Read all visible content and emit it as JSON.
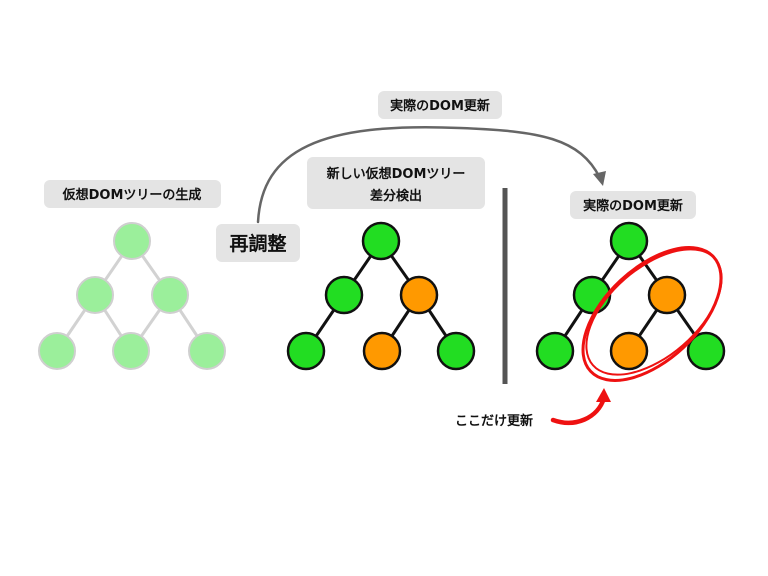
{
  "labels": {
    "virtual_dom_generation": "仮想DOMツリーの生成",
    "new_virtual_dom_line1": "新しい仮想DOMツリー",
    "new_virtual_dom_line2": "差分検出",
    "reconcile": "再調整",
    "actual_dom_update_top": "実際のDOM更新",
    "actual_dom_update_right": "実際のDOM更新",
    "only_here_updated": "ここだけ更新"
  },
  "colors": {
    "green": "#22dd22",
    "orange": "#ff9900",
    "faded_green": "#9bef9b",
    "label_bg": "#e4e4e4",
    "highlight": "#ee1111",
    "divider": "#555555"
  }
}
